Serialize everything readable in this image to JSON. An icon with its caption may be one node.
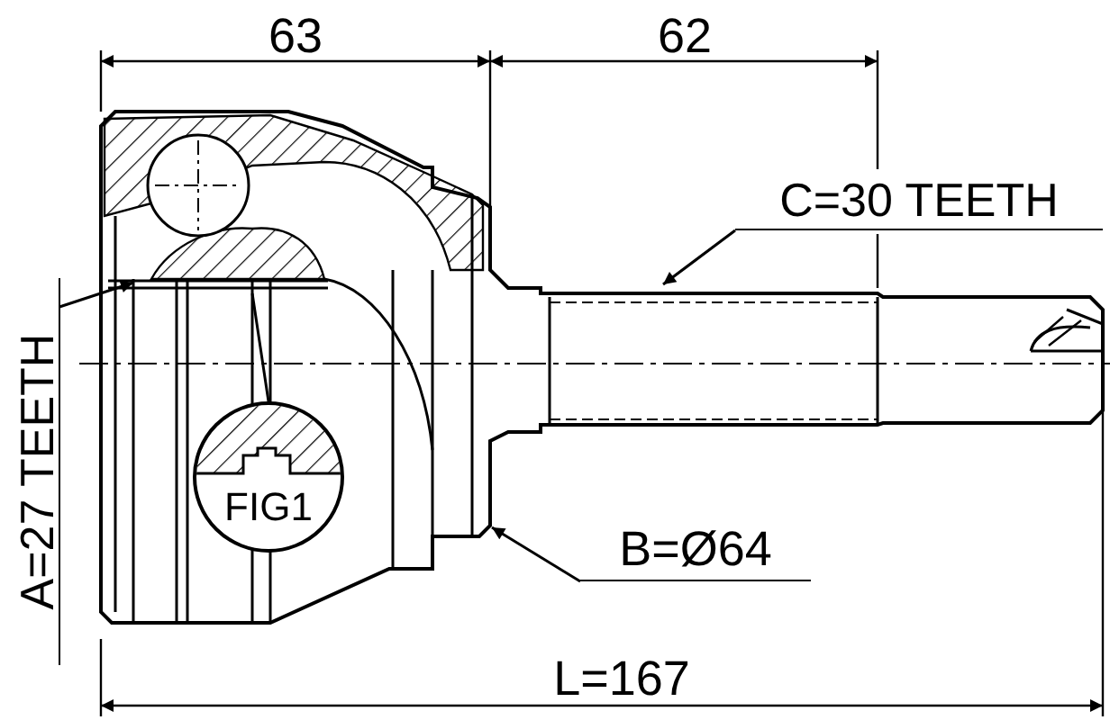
{
  "diagram": {
    "nodes": [
      {
        "text": [
          "C=30 TEETH"
        ]
      },
      {
        "text": [
          "B=Ø64"
        ]
      },
      {
        "text": [
          "A=27 TEETH"
        ]
      },
      {
        "text": [
          "FIG1"
        ]
      }
    ],
    "edges": [
      {
        "from": 0,
        "to": null,
        "arrow": "to"
      },
      {
        "from": 1,
        "to": null,
        "arrow": "to"
      },
      {
        "from": 2,
        "to": null,
        "arrow": "to"
      },
      {
        "from": 3,
        "to": null,
        "arrow": "none"
      }
    ],
    "labels": [
      "63",
      "62",
      "L=167"
    ]
  }
}
